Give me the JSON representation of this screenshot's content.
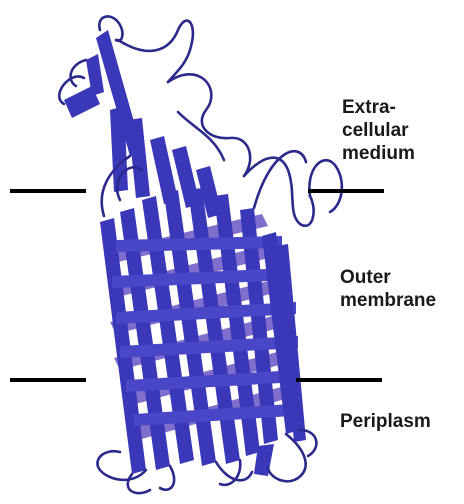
{
  "diagram": {
    "labels": {
      "extracellular_line1": "Extra-",
      "extracellular_line2": "cellular",
      "extracellular_line3": "medium",
      "outer_membrane_line1": "Outer",
      "outer_membrane_line2": "membrane",
      "periplasm": "Periplasm"
    },
    "colors": {
      "strand": "#3a37b8",
      "strand_back": "#6b55c4",
      "loop": "#2b2a8c",
      "membrane_marker": "#000000"
    }
  }
}
